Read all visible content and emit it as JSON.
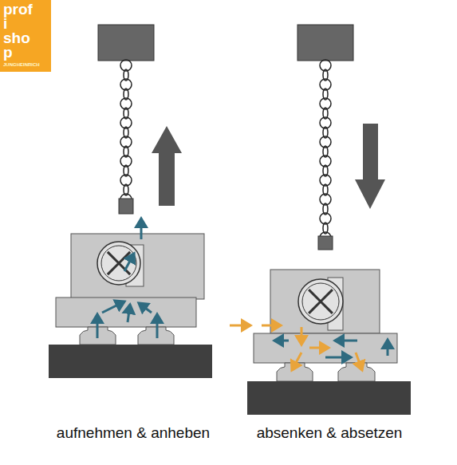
{
  "diagram": {
    "nodes": [
      {
        "text": [
          "profi shop",
          "JUNGHEINRICH"
        ]
      }
    ],
    "labels": [
      "aufnehmen & anheben",
      "absenken & absetzen"
    ]
  }
}
